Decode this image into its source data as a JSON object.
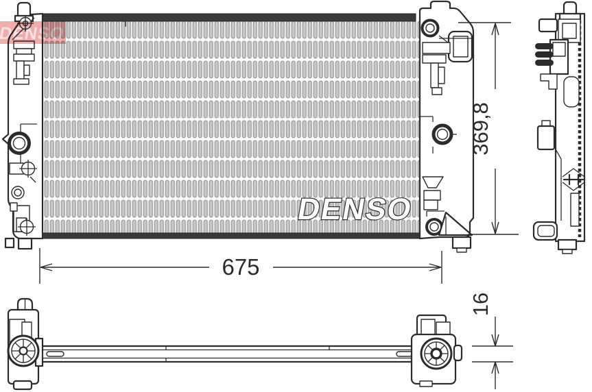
{
  "watermarks": {
    "core_text": "DENSO",
    "corner_logo_text": "DENSO"
  },
  "dimensions": {
    "height": "369,8",
    "width": "675",
    "thickness": "16"
  },
  "colors": {
    "line": "#2b2b2b",
    "fin_fill": "#c6c6c6",
    "fin_stroke": "#8f8f8f",
    "logo_pink": "#d94a4a",
    "watermark_fill": "#ffffff"
  }
}
